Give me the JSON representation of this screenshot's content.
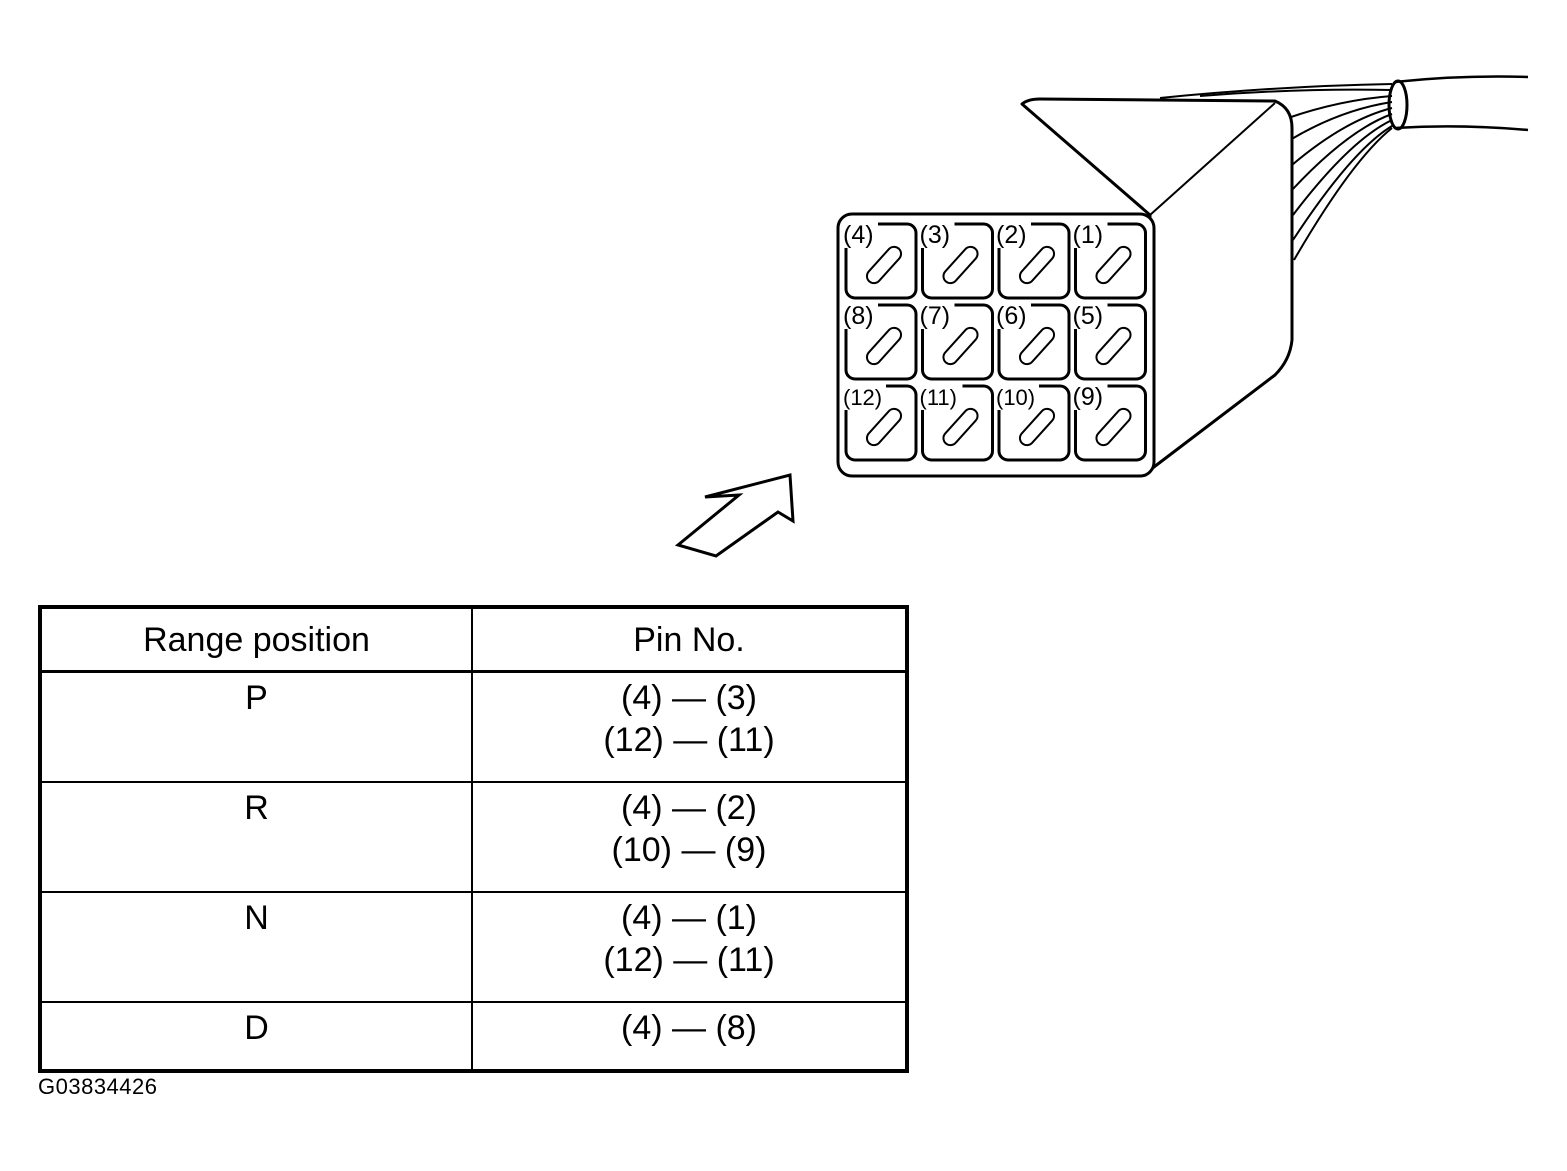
{
  "connector": {
    "pin_labels": [
      [
        "(4)",
        "(3)",
        "(2)",
        "(1)"
      ],
      [
        "(8)",
        "(7)",
        "(6)",
        "(5)"
      ],
      [
        "(12)",
        "(11)",
        "(10)",
        "(9)"
      ]
    ]
  },
  "table": {
    "headers": [
      "Range position",
      "Pin No."
    ],
    "rows": [
      {
        "range": "P",
        "pins": [
          "(4) — (3)",
          "(12) — (11)"
        ]
      },
      {
        "range": "R",
        "pins": [
          "(4) — (2)",
          "(10) — (9)"
        ]
      },
      {
        "range": "N",
        "pins": [
          "(4) — (1)",
          "(12) — (11)"
        ]
      },
      {
        "range": "D",
        "pins": [
          "(4) — (8)"
        ]
      }
    ]
  },
  "figure_id": "G03834426"
}
